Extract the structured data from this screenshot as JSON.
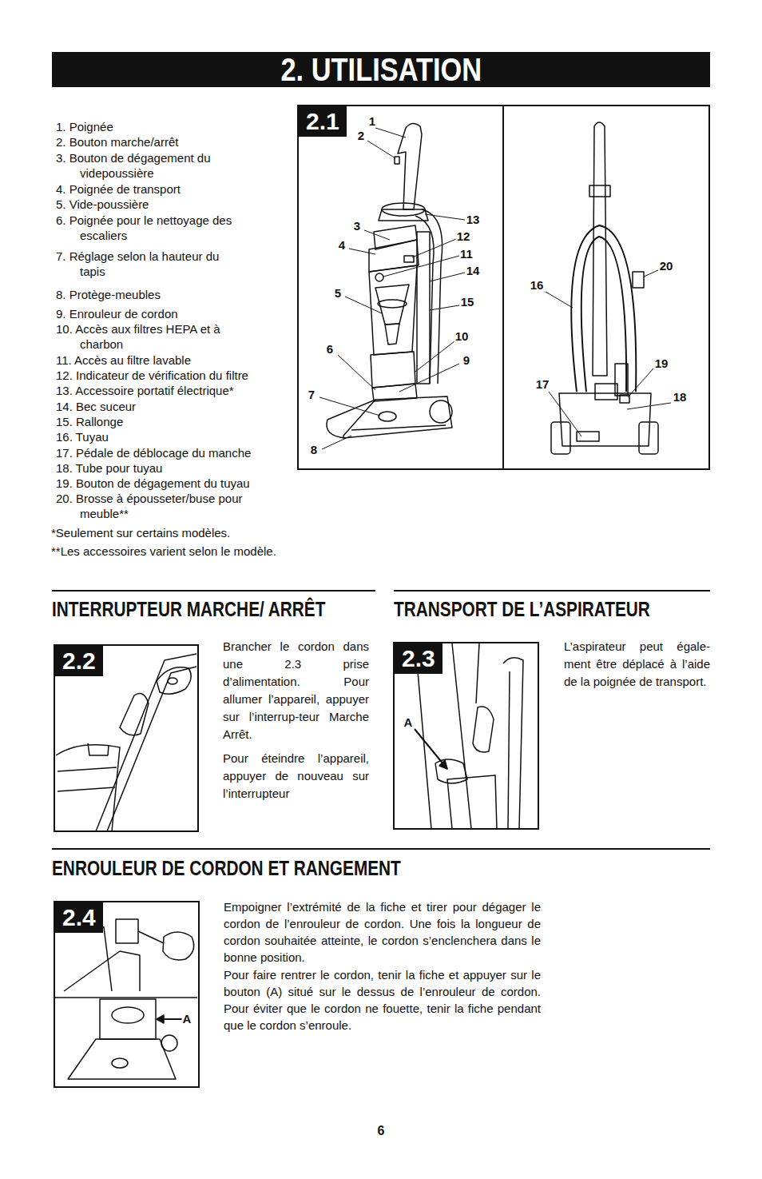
{
  "diagram": {
    "title": "2. UTILISATION",
    "nodes": [
      {
        "text": [
          "2.1"
        ]
      },
      {
        "text": [
          "2.2"
        ]
      },
      {
        "text": [
          "2.3"
        ]
      },
      {
        "text": [
          "2.4"
        ]
      }
    ],
    "labels": [
      "1. Poignée",
      "2. Bouton marche/arrêt",
      "3. Bouton de dégagement du videpoussière",
      "4. Poignée de transport",
      "5. Vide-poussière",
      "6. Poignée pour le nettoyage des escaliers",
      "7. Réglage selon la hauteur du tapis",
      "8. Protège-meubles",
      "9. Enrouleur de cordon",
      "10. Accès aux filtres HEPA et à charbon",
      "11. Accès au filtre lavable",
      "12. Indicateur de vérification du filtre",
      "13. Accessoire portatif électrique*",
      "14. Bec suceur",
      "15. Rallonge",
      "16. Tuyau",
      "17. Pédale de déblocage du manche",
      "18. Tube pour tuyau",
      "19. Bouton de dégagement du tuyau",
      "20. Brosse à épousseter/buse pour meuble**",
      "*Seulement sur certains modèles.",
      "**Les accessoires varient selon le modèle.",
      "1",
      "2",
      "3",
      "4",
      "5",
      "6",
      "7",
      "8",
      "9",
      "10",
      "11",
      "12",
      "13",
      "14",
      "15",
      "16",
      "17",
      "18",
      "19",
      "20",
      "INTERRUPTEUR MARCHE/ ARRÊT",
      "TRANSPORT DE L’ASPIRATEUR",
      "Brancher le cordon dans une 2.3 prise d’alimentation. Pour allumer l’appareil, appuyer sur l’interrup-teur Marche Arrêt.",
      "Pour éteindre l’appareil, appuyer de nouveau sur l’interrupteur",
      "A",
      "L’aspirateur peut égale-ment être déplacé à l’aide de la poignée de transport.",
      "ENROULEUR DE CORDON ET RANGEMENT",
      "A",
      "Empoigner l’extrémité de la fiche et tirer pour dégager le cordon de l’enrouleur de cordon. Une fois la longueur de cordon souhaitée atteinte, le cordon s’enclenchera dans le bonne position.",
      "Pour faire rentrer le cordon, tenir la fiche et appuyer sur le bouton (A) situé sur le dessus de l’enrouleur de cordon. Pour éviter que le cordon ne fouette, tenir la fiche pendant que le cordon s’enroule.",
      "6"
    ]
  }
}
